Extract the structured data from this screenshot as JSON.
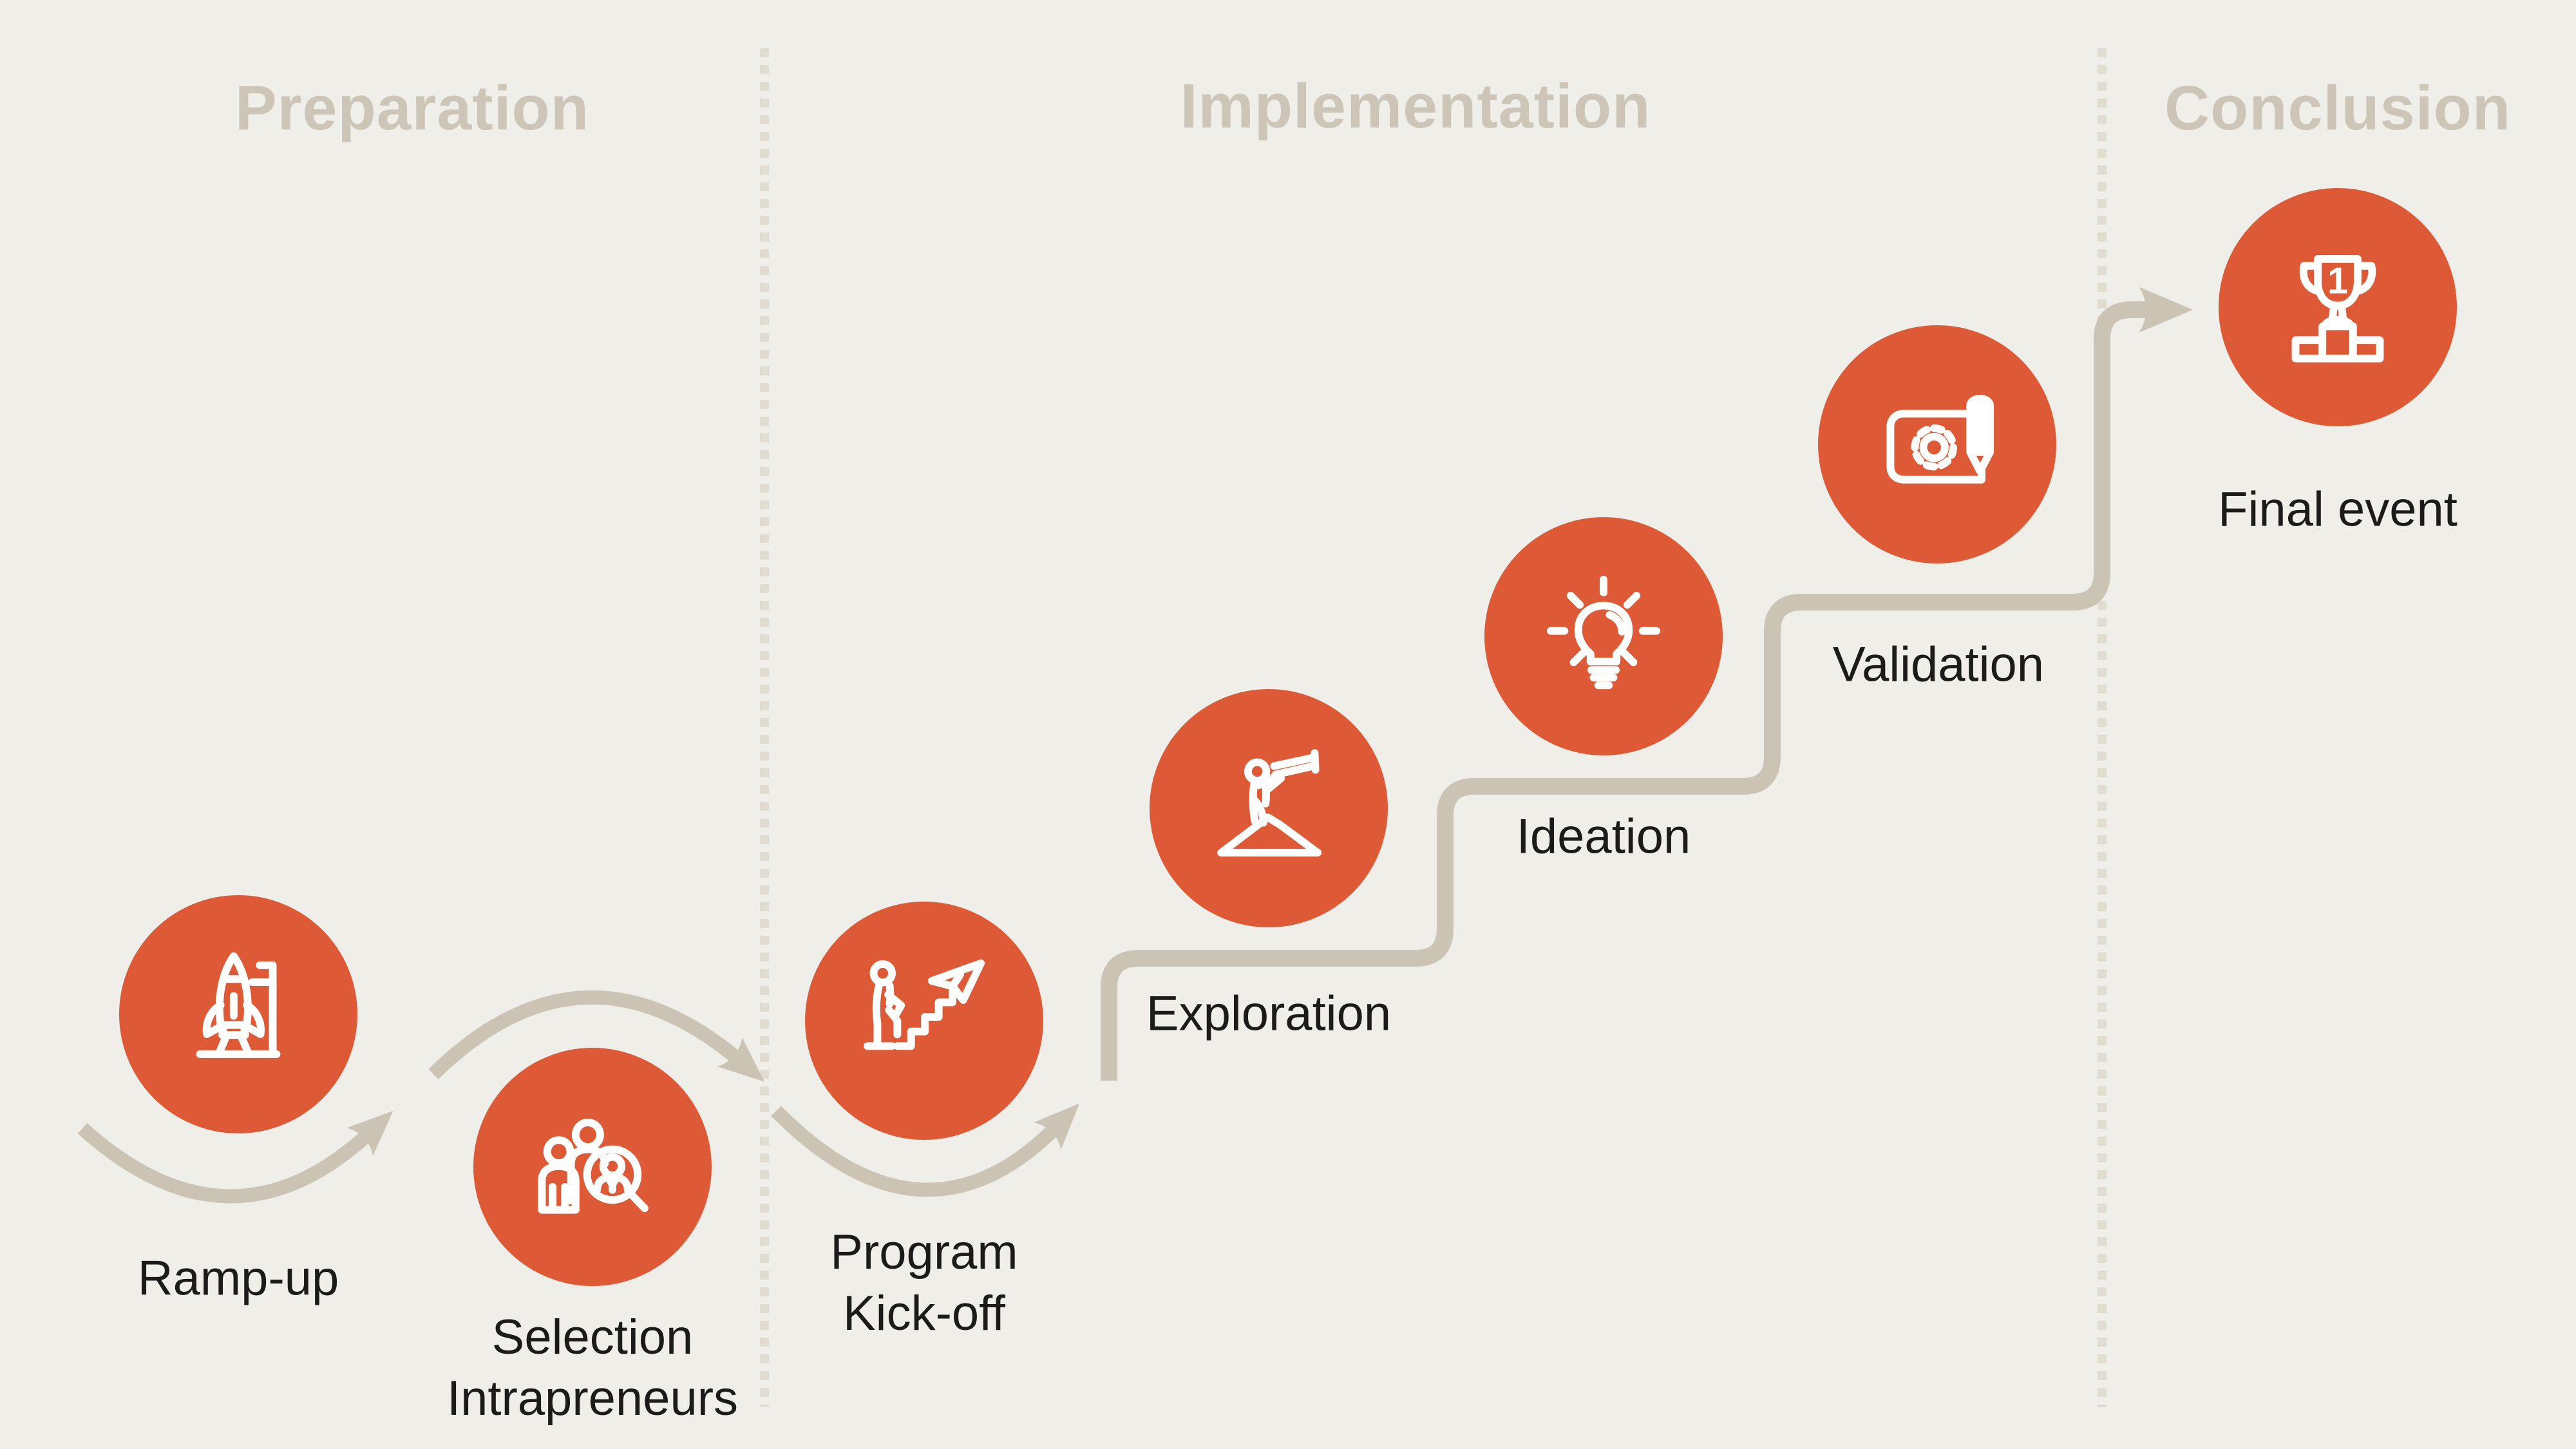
{
  "phases": [
    {
      "label": "Preparation"
    },
    {
      "label": "Implementation"
    },
    {
      "label": "Conclusion"
    }
  ],
  "steps": [
    {
      "name": "ramp-up",
      "icon": "rocket-launch",
      "lines": [
        "Ramp-up"
      ]
    },
    {
      "name": "selection-intrapreneurs",
      "icon": "people-magnifier",
      "lines": [
        "Selection",
        "Intrapreneurs"
      ]
    },
    {
      "name": "program-kick-off",
      "icon": "stairs-paper-plane",
      "lines": [
        "Program",
        "Kick-off"
      ]
    },
    {
      "name": "exploration",
      "icon": "telescope-mountain",
      "lines": [
        "Exploration"
      ]
    },
    {
      "name": "ideation",
      "icon": "lightbulb",
      "lines": [
        "Ideation"
      ]
    },
    {
      "name": "validation",
      "icon": "blueprint-gear-pencil",
      "lines": [
        "Validation"
      ]
    },
    {
      "name": "final-event",
      "icon": "trophy-podium",
      "lines": [
        "Final event"
      ]
    }
  ],
  "trophy_number": "1",
  "colors": {
    "background": "#F0EEE9",
    "accent_orange": "#DE5A36",
    "connector_line": "#CBC4B5",
    "divider_dash": "#E0DCD2",
    "phase_title_text": "#CDC6B8",
    "label_text": "#1B1B19",
    "icon_stroke": "#FFFFFF"
  }
}
